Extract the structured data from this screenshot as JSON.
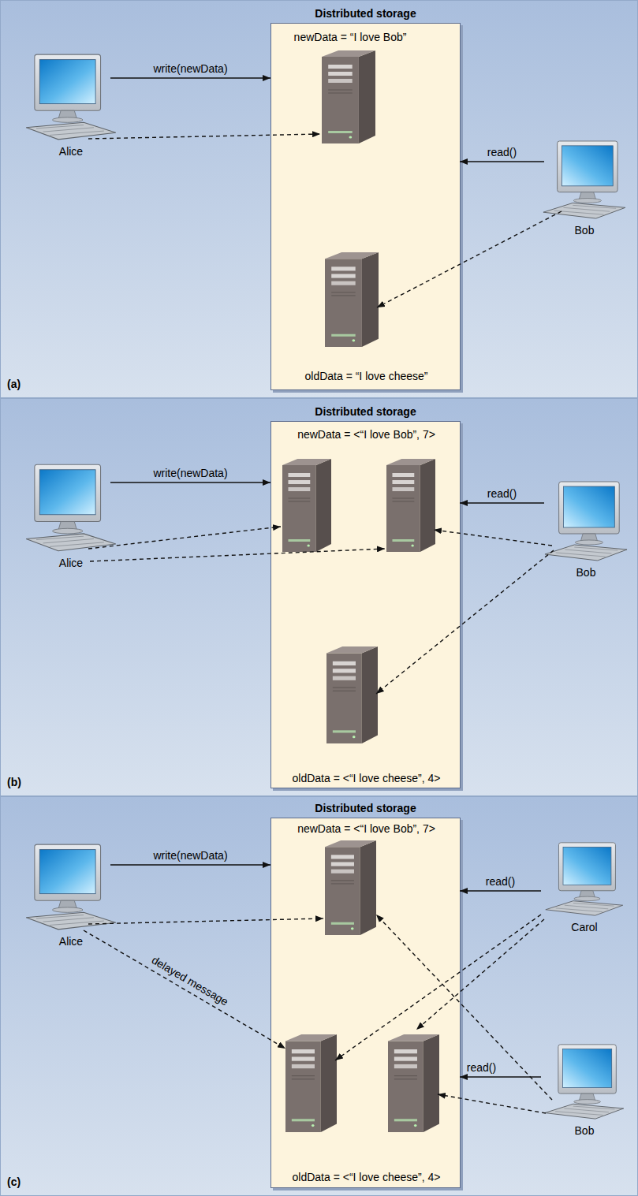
{
  "diagram": {
    "nodes": [
      {
        "text": [
          "(a)"
        ]
      },
      {
        "text": [
          "Distributed storage"
        ],
        "in": 0
      },
      {
        "text": [
          "newData = “I love Bob”"
        ],
        "in": 1
      },
      {
        "text": [
          "oldData = “I love cheese”"
        ],
        "in": 1
      },
      {
        "text": [
          "Alice"
        ],
        "in": 0
      },
      {
        "text": [
          "Bob"
        ],
        "in": 0
      },
      {
        "text": [
          "(b)"
        ]
      },
      {
        "text": [
          "Distributed storage"
        ],
        "in": 6
      },
      {
        "text": [
          "newData = <“I love Bob”, 7>"
        ],
        "in": 7
      },
      {
        "text": [
          "oldData = <“I love cheese”, 4>"
        ],
        "in": 7
      },
      {
        "text": [
          "Alice"
        ],
        "in": 6
      },
      {
        "text": [
          "Bob"
        ],
        "in": 6
      },
      {
        "text": [
          "(c)"
        ]
      },
      {
        "text": [
          "Distributed storage"
        ],
        "in": 12
      },
      {
        "text": [
          "newData = <“I love Bob”, 7>"
        ],
        "in": 13
      },
      {
        "text": [
          "oldData = <“I love cheese”, 4>"
        ],
        "in": 13
      },
      {
        "text": [
          "Alice"
        ],
        "in": 12
      },
      {
        "text": [
          "Carol"
        ],
        "in": 12
      },
      {
        "text": [
          "Bob"
        ],
        "in": 12
      }
    ],
    "edges": [
      {
        "from": 4,
        "to": 1,
        "arrow": "to",
        "label": "write(newData)"
      },
      {
        "from": 5,
        "to": 1,
        "arrow": "to",
        "label": "read()"
      },
      {
        "from": 4,
        "to": 2,
        "arrow": "to"
      },
      {
        "from": 5,
        "to": 3,
        "arrow": "to"
      },
      {
        "from": 10,
        "to": 7,
        "arrow": "to",
        "label": "write(newData)"
      },
      {
        "from": 11,
        "to": 7,
        "arrow": "to",
        "label": "read()"
      },
      {
        "from": 10,
        "to": 8,
        "arrow": "to"
      },
      {
        "from": 10,
        "to": 8,
        "arrow": "to"
      },
      {
        "from": 11,
        "to": 8,
        "arrow": "to"
      },
      {
        "from": 11,
        "to": 9,
        "arrow": "to"
      },
      {
        "from": 16,
        "to": 13,
        "arrow": "to",
        "label": "write(newData)"
      },
      {
        "from": 17,
        "to": 13,
        "arrow": "to",
        "label": "read()"
      },
      {
        "from": 18,
        "to": 13,
        "arrow": "to",
        "label": "read()"
      },
      {
        "from": 16,
        "to": 14,
        "arrow": "to"
      },
      {
        "from": 16,
        "to": 15,
        "arrow": "to",
        "label": "delayed message"
      },
      {
        "from": 17,
        "to": 15,
        "arrow": "to"
      },
      {
        "from": 17,
        "to": 15,
        "arrow": "to"
      },
      {
        "from": 18,
        "to": 14,
        "arrow": "to"
      },
      {
        "from": 18,
        "to": 15,
        "arrow": "to"
      }
    ]
  }
}
